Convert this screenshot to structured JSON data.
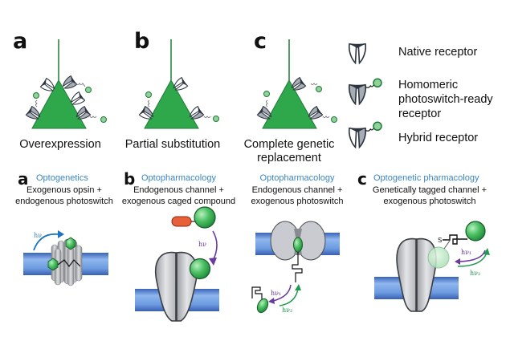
{
  "top_panels": [
    {
      "letter": "a",
      "caption": "Overexpression"
    },
    {
      "letter": "b",
      "caption": "Partial substitution"
    },
    {
      "letter": "c",
      "caption_line1": "Complete genetic",
      "caption_line2": "replacement"
    }
  ],
  "legend": [
    {
      "label": "Native receptor"
    },
    {
      "label_line1": "Homomeric",
      "label_line2": "photoswitch-ready",
      "label_line3": "receptor"
    },
    {
      "label": "Hybrid  receptor"
    }
  ],
  "bottom_panels": [
    {
      "letter": "a",
      "title": "Optogenetics",
      "line1": "Exogenous opsin +",
      "line2": "endogenous photoswitch",
      "light_label": "hν"
    },
    {
      "letter": "b",
      "title": "Optopharmacology",
      "line1": "Endogenous channel +",
      "line2": "exogenous caged compound",
      "light_label": "hν"
    },
    {
      "letter": "",
      "title": "Optopharmacology",
      "line1": "Endogenous channel +",
      "line2": "exogenous photoswitch",
      "light1": "hν₁",
      "light2": "hν₂"
    },
    {
      "letter": "c",
      "title": "Optogenetic pharmacology",
      "line1": "Genetically tagged channel +",
      "line2": "exogenous photoswitch",
      "light1": "hν₁",
      "light2": "hν₂",
      "sulfur": "S"
    }
  ],
  "colors": {
    "neuron_green": "#2ea84a",
    "title_blue": "#3a86c4",
    "membrane_blue": "#5b8fd8",
    "ligand_green": "#3cb55a",
    "cage_orange": "#e8603a",
    "arrow_purple": "#6a3aa0",
    "arrow_green": "#1f9a4f"
  }
}
